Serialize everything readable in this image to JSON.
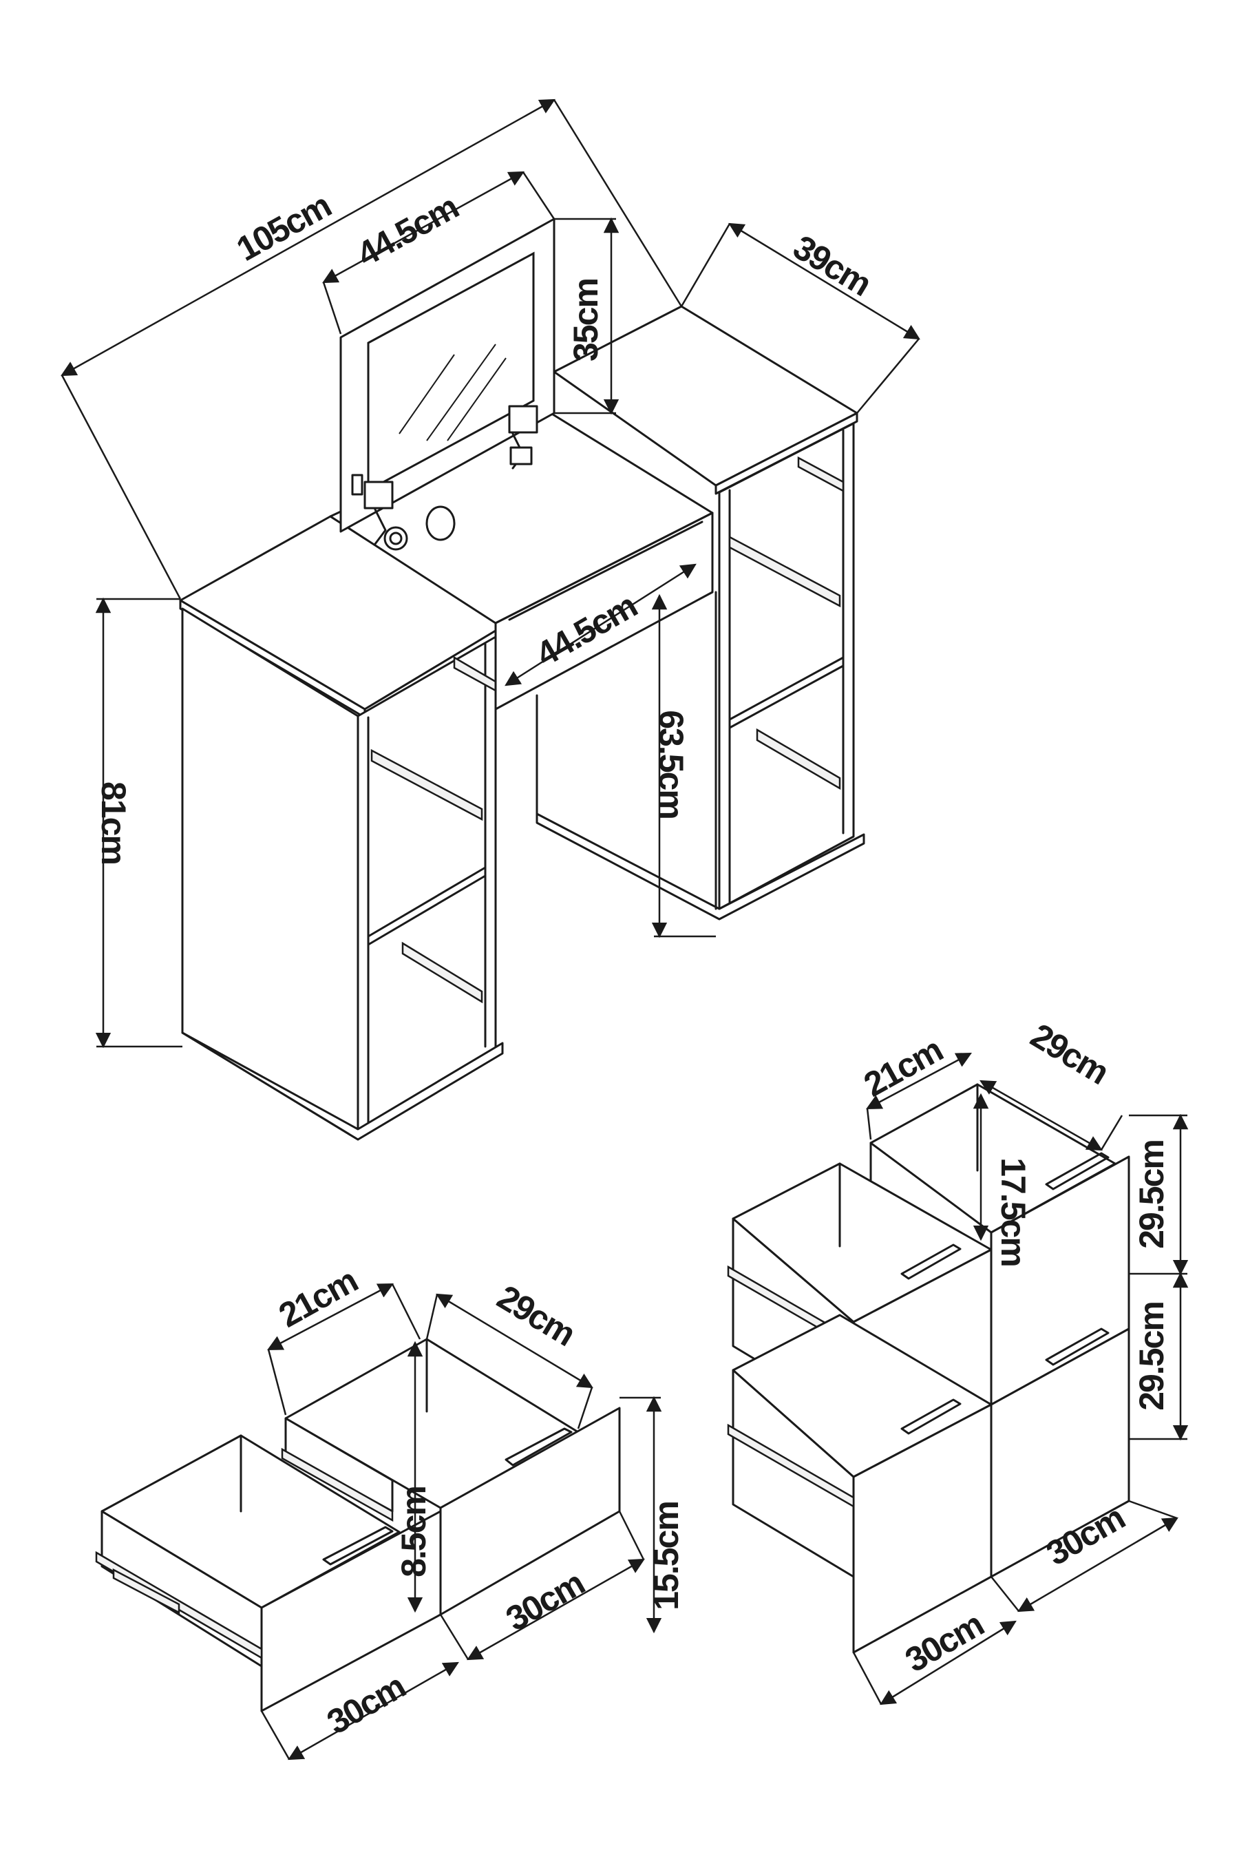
{
  "colors": {
    "line": "#1a1a1a",
    "background": "#ffffff"
  },
  "main_unit": {
    "width_total": "105cm",
    "mirror_width": "44.5cm",
    "mirror_height": "35cm",
    "depth": "39cm",
    "drawer_width": "44.5cm",
    "height_total": "81cm",
    "knee_height": "63.5cm"
  },
  "small_drawers": {
    "inner_width": "21cm",
    "inner_depth": "29cm",
    "inner_height": "8.5cm",
    "front_height": "15.5cm",
    "front_width_right": "30cm",
    "front_width_left": "30cm"
  },
  "tall_drawers": {
    "inner_width": "21cm",
    "inner_depth": "29cm",
    "inner_height": "17.5cm",
    "front_height_top": "29.5cm",
    "front_height_bottom": "29.5cm",
    "front_width_right": "30cm",
    "front_width_left": "30cm"
  }
}
